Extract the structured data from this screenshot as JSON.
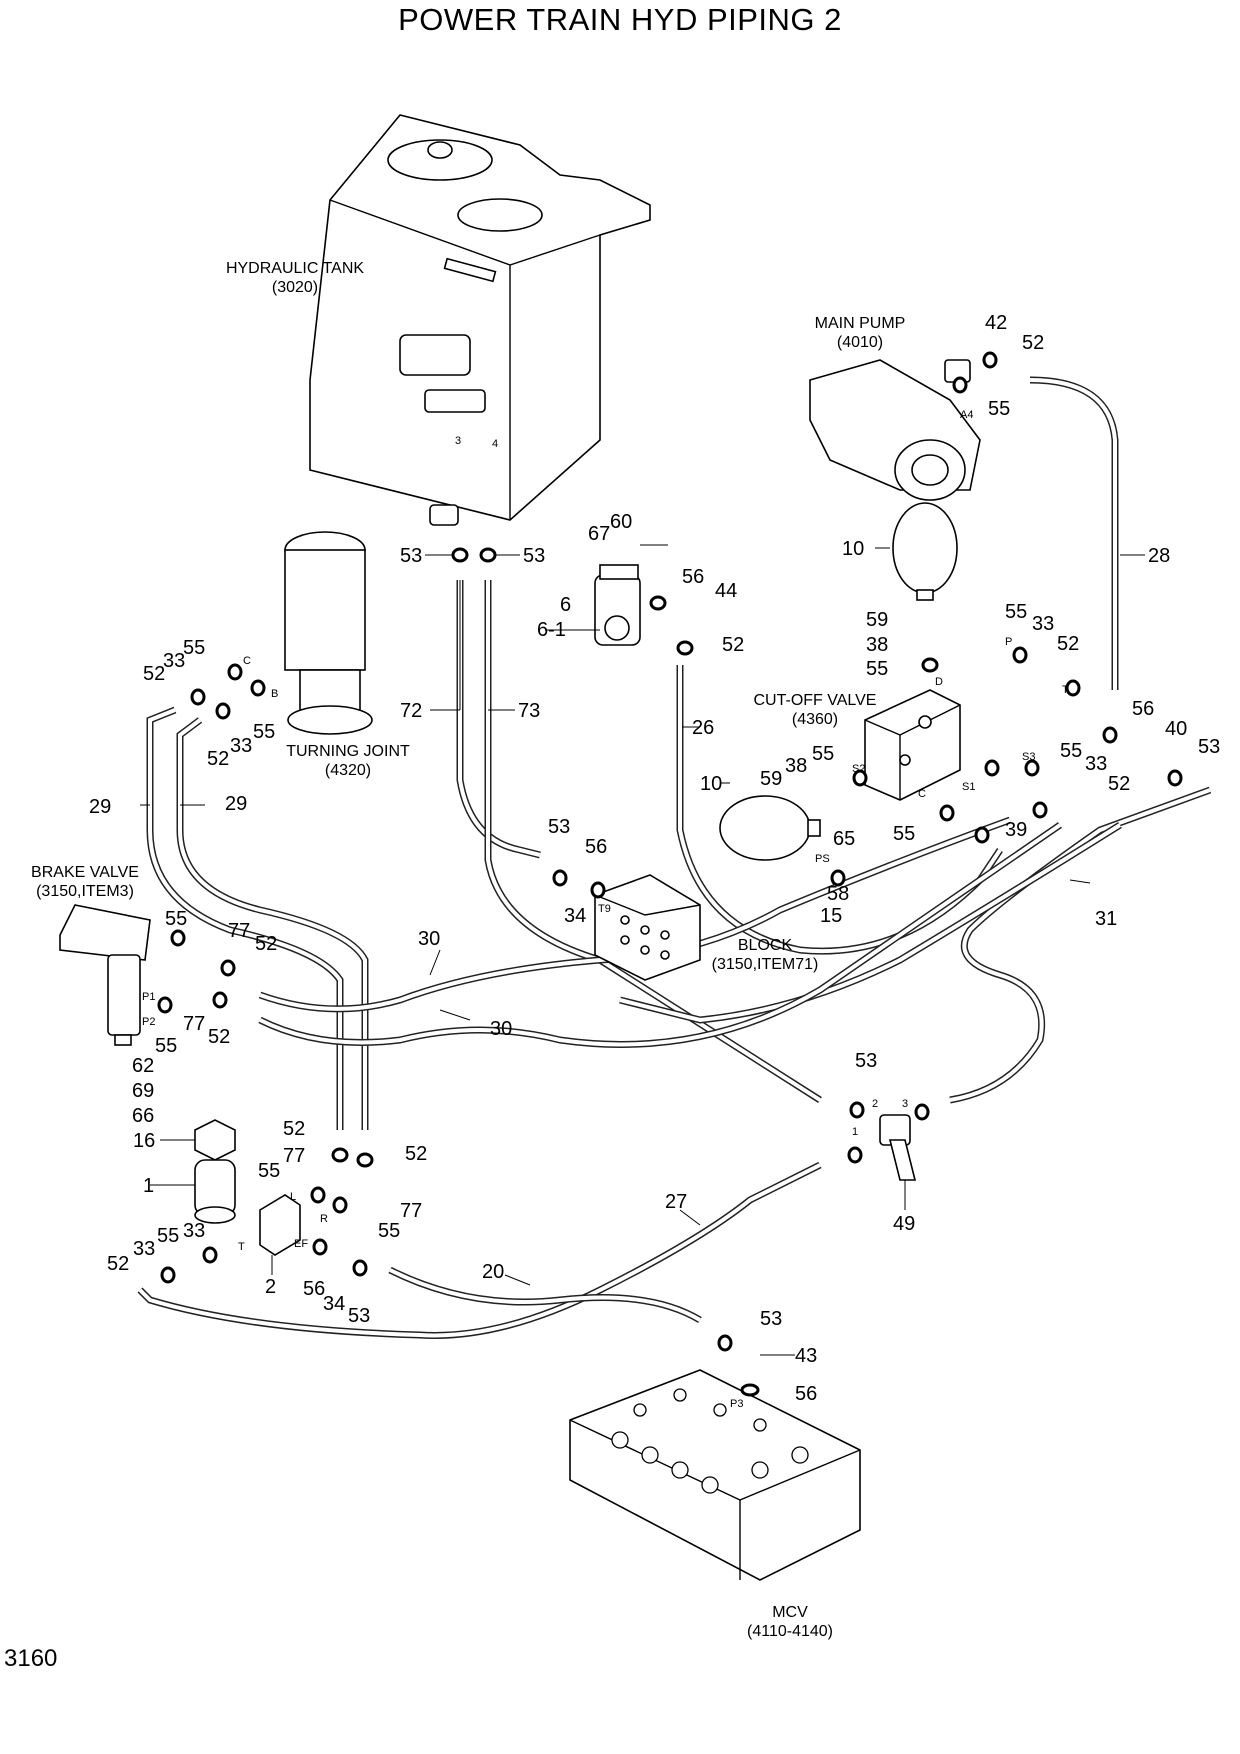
{
  "title": "POWER TRAIN HYD PIPING 2",
  "page_number": "3160",
  "labels": {
    "hydraulic_tank": "HYDRAULIC TANK",
    "hydraulic_tank_code": "(3020)",
    "main_pump": "MAIN PUMP",
    "main_pump_code": "(4010)",
    "turning_joint": "TURNING JOINT",
    "turning_joint_code": "(4320)",
    "cutoff_valve": "CUT-OFF VALVE",
    "cutoff_valve_code": "(4360)",
    "brake_valve": "BRAKE VALVE",
    "brake_valve_code": "(3150,ITEM3)",
    "block": "BLOCK",
    "block_code": "(3150,ITEM71)",
    "mcv": "MCV",
    "mcv_code": "(4110-4140)"
  },
  "ports": {
    "p3": "3",
    "p4": "4",
    "a4": "A4",
    "d": "D",
    "p": "P",
    "t": "T",
    "s3": "S3",
    "s2": "S2",
    "s1": "S1",
    "c": "C",
    "ps": "PS",
    "t9": "T9",
    "c2": "C",
    "b": "B",
    "p1": "P1",
    "p2": "P2",
    "l": "L",
    "r": "R",
    "t2": "T",
    "ef": "EF",
    "n2": "2",
    "n3": "3",
    "n1": "1",
    "p3b": "P3"
  },
  "callouts": [
    "53",
    "53",
    "67",
    "60",
    "6",
    "56",
    "44",
    "6-1",
    "52",
    "42",
    "52",
    "55",
    "10",
    "28",
    "59",
    "38",
    "55",
    "55",
    "33",
    "52",
    "55",
    "33",
    "52",
    "72",
    "73",
    "26",
    "56",
    "40",
    "53",
    "55",
    "33",
    "52",
    "29",
    "29",
    "10",
    "59",
    "38",
    "55",
    "55",
    "33",
    "52",
    "39",
    "65",
    "55",
    "53",
    "56",
    "34",
    "58",
    "15",
    "31",
    "55",
    "77",
    "52",
    "30",
    "30",
    "33",
    "55",
    "77",
    "52",
    "62",
    "69",
    "66",
    "16",
    "1",
    "53",
    "52",
    "52",
    "77",
    "55",
    "55",
    "77",
    "49",
    "27",
    "33",
    "55",
    "52",
    "2",
    "56",
    "34",
    "53",
    "20",
    "53",
    "43",
    "56"
  ]
}
